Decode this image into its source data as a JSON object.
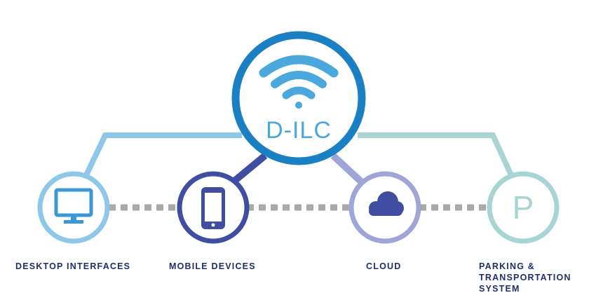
{
  "hub": {
    "label": "D-ILC",
    "icon": "wifi-icon",
    "ring_color": "#1a7fc3",
    "accent_color": "#4aa8dc"
  },
  "nodes": [
    {
      "label": "DESKTOP INTERFACES",
      "icon": "monitor-icon",
      "color": "#8dc8e8"
    },
    {
      "label": "MOBILE DEVICES",
      "icon": "smartphone-icon",
      "color": "#3f4ea0"
    },
    {
      "label": "CLOUD",
      "icon": "cloud-icon",
      "color": "#9fa5d6"
    },
    {
      "label_lines": [
        "PARKING &",
        "TRANSPORTATION",
        "SYSTEM"
      ],
      "icon": "parking-icon",
      "color": "#a9d4d4"
    }
  ],
  "colors": {
    "label_text": "#1f2f6b",
    "dashed_link": "#a9a9a9",
    "left_bracket": "#8dc8e8",
    "right_bracket": "#a9d4d4"
  }
}
